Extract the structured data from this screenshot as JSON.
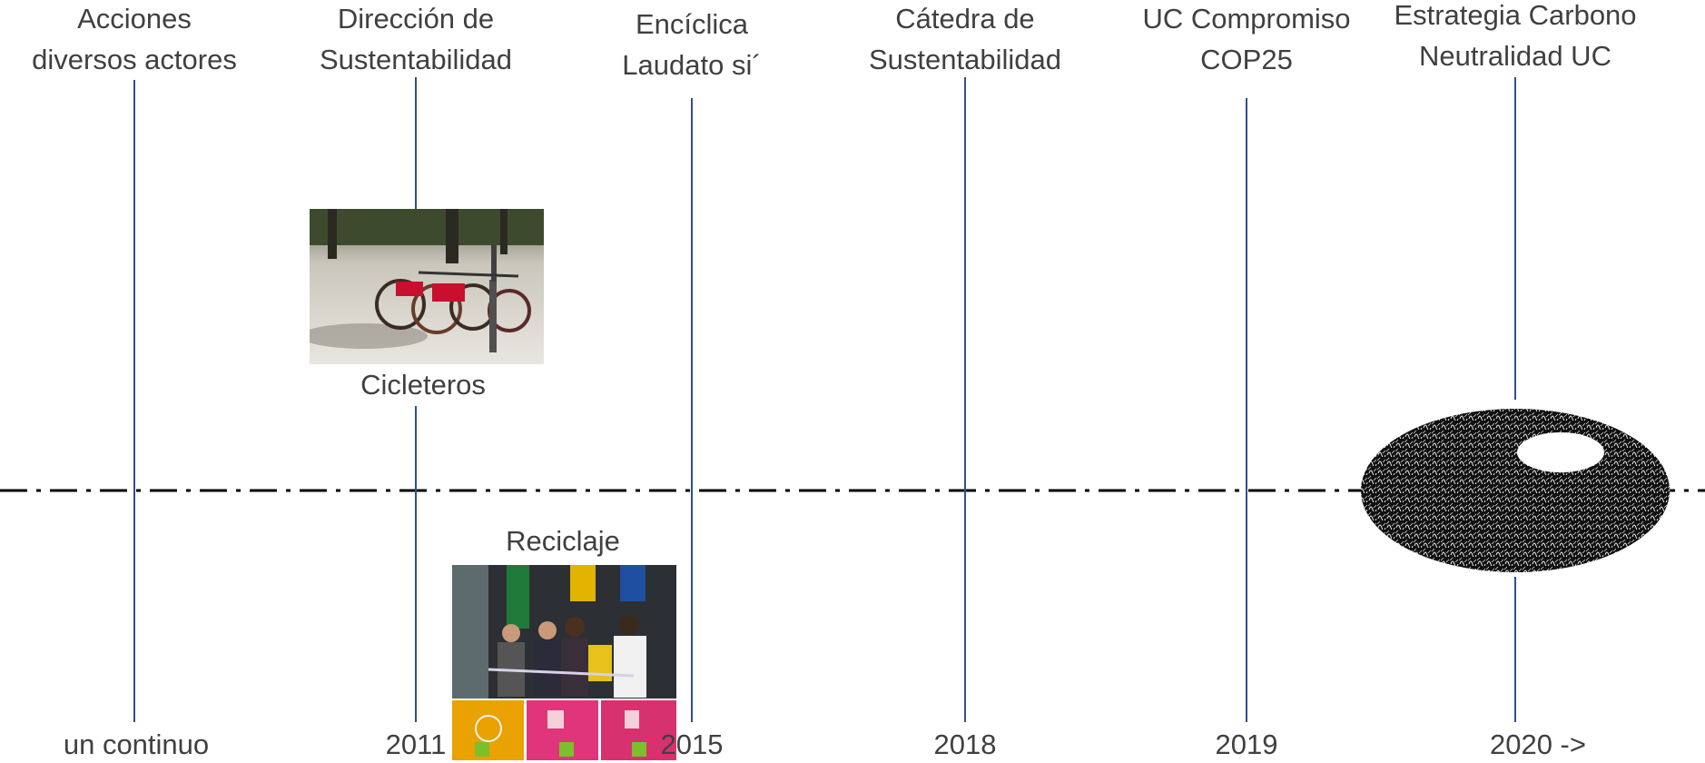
{
  "timeline": {
    "events": [
      {
        "id": "acciones",
        "line1": "Acciones",
        "line2": "diversos actores",
        "year": "un continuo"
      },
      {
        "id": "direccion",
        "line1": "Dirección de",
        "line2": "Sustentabilidad",
        "year": "2011"
      },
      {
        "id": "enciclica",
        "line1": "Encíclica",
        "line2": "Laudato si´",
        "year": "2015"
      },
      {
        "id": "catedra",
        "line1": "Cátedra de",
        "line2": "Sustentabilidad",
        "year": "2018"
      },
      {
        "id": "cop25",
        "line1": "UC Compromiso",
        "line2": "COP25",
        "year": "2019"
      },
      {
        "id": "carbono",
        "line1": "Estrategia Carbono",
        "line2": "Neutralidad UC",
        "year": "2020 ->"
      }
    ],
    "photos": {
      "cicleteros_caption": "Cicleteros",
      "reciclaje_caption": "Reciclaje"
    },
    "colors": {
      "vertical_line": "#2f4f8f",
      "axis": "#000000",
      "text": "#404040"
    }
  }
}
